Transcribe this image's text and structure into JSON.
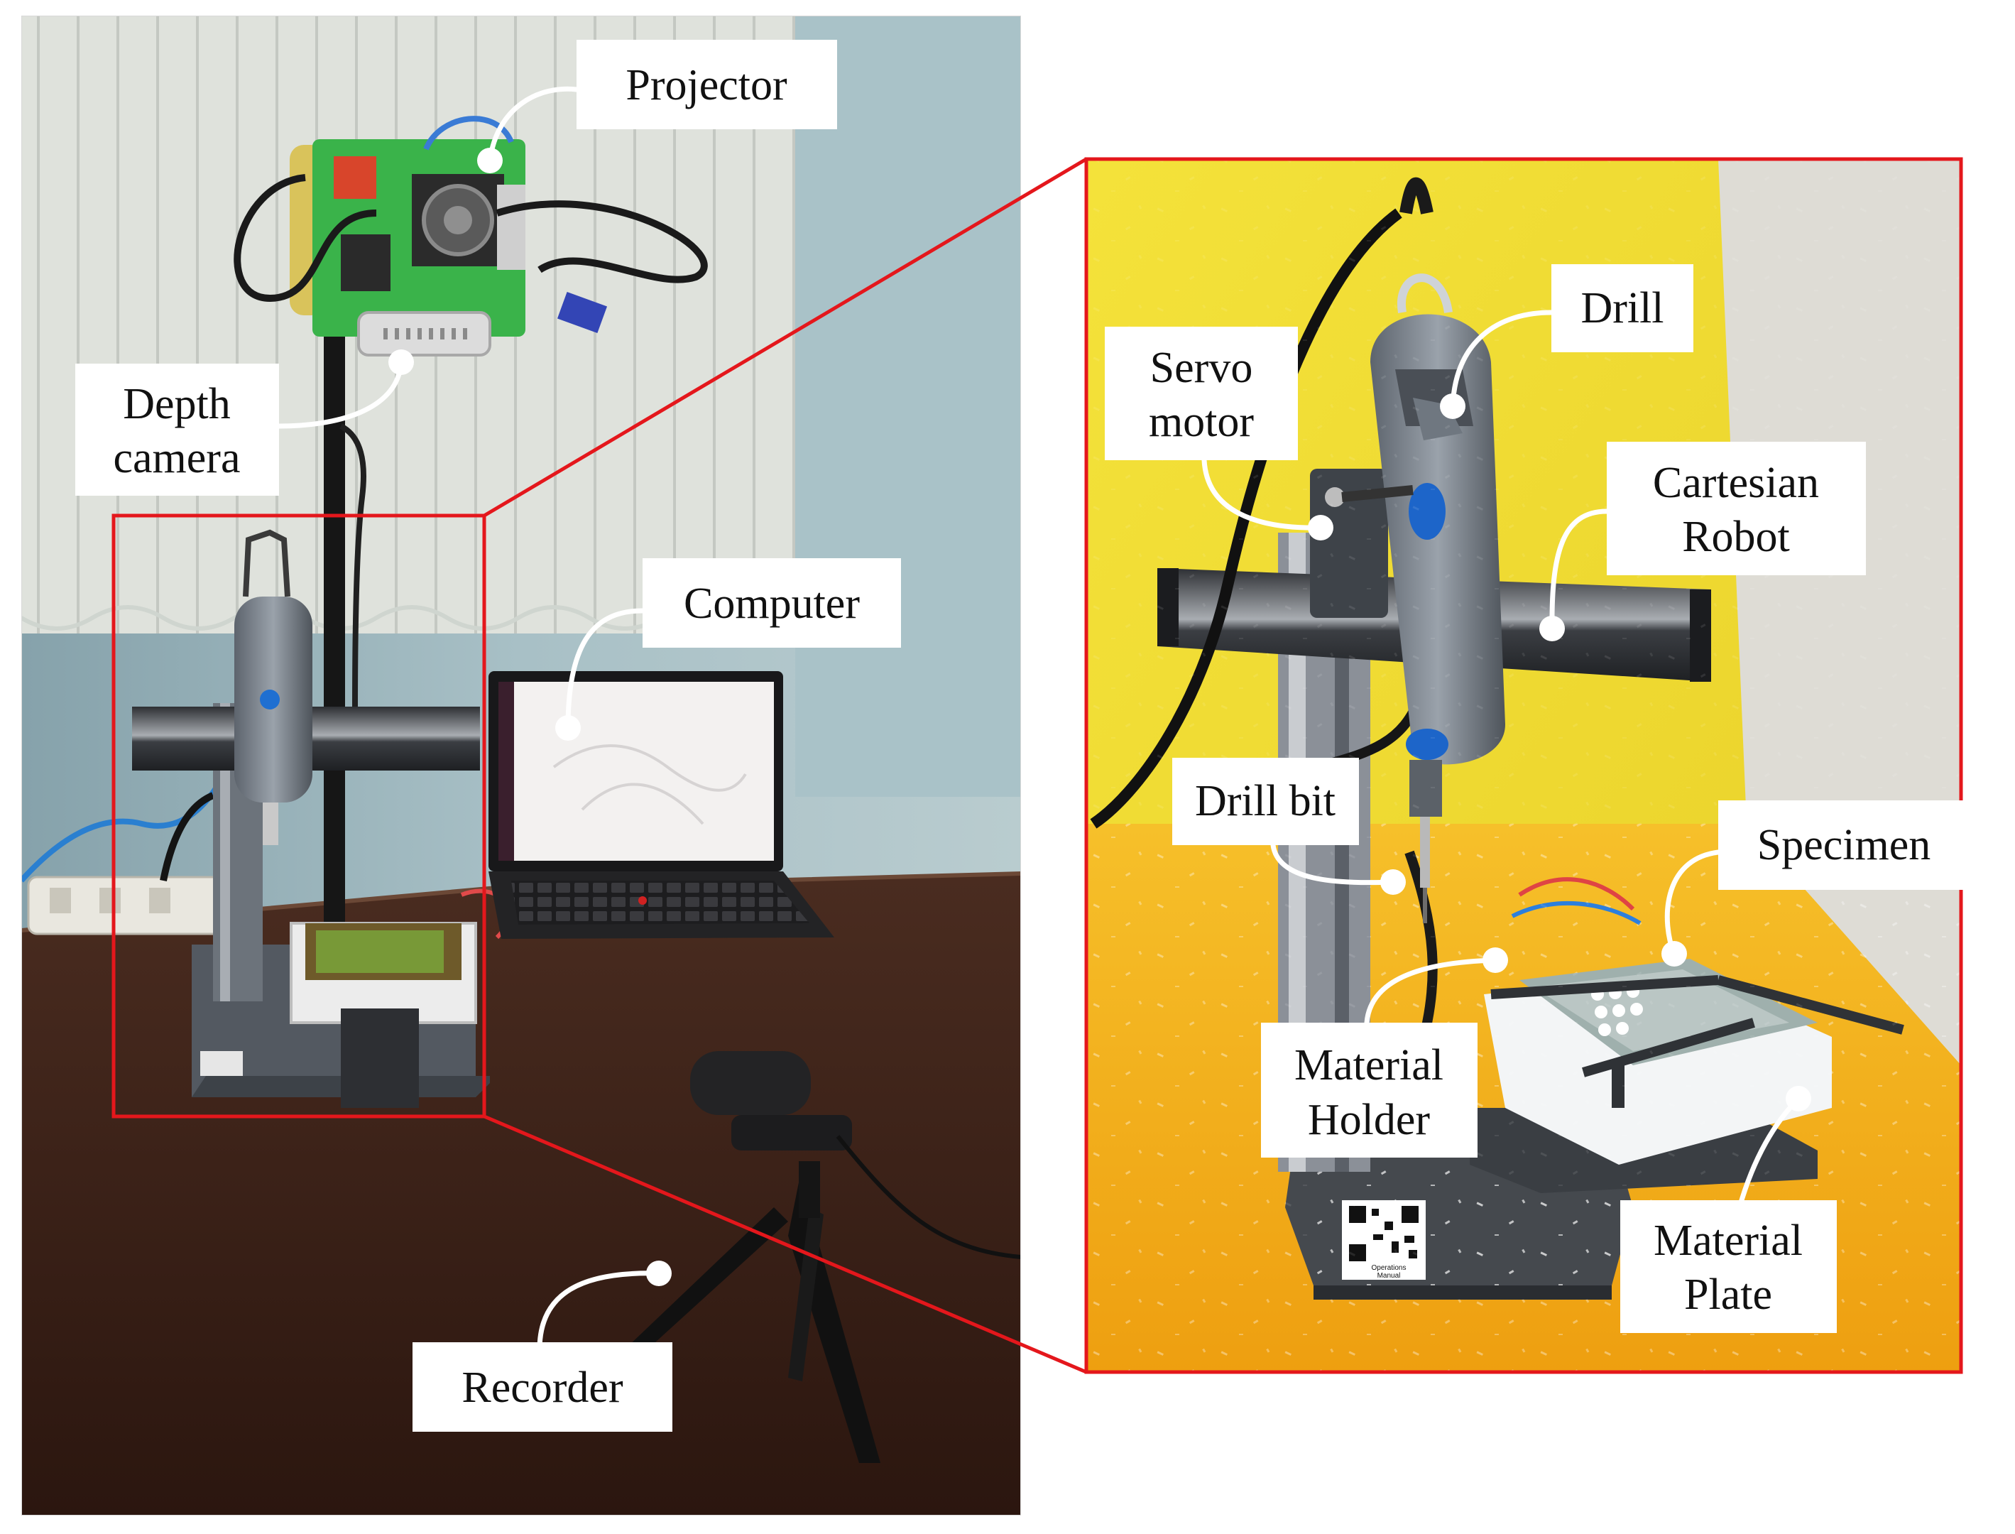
{
  "colors": {
    "frame_red": "#e4171c",
    "label_bg": "#ffffff",
    "label_text": "#111111",
    "leader": "#ffffff",
    "wall_left": "#9fb7be",
    "blind": "#dcdfd9",
    "desk": "#3a2016",
    "wall_yellow": "#f1dc2e",
    "table_orange": "#f3b41a",
    "wall_right": "#dedcd5"
  },
  "labels": {
    "projector": [
      "Projector"
    ],
    "depth_camera": [
      "Depth",
      "camera"
    ],
    "computer": [
      "Computer"
    ],
    "recorder": [
      "Recorder"
    ],
    "drill": [
      "Drill"
    ],
    "servo_motor": [
      "Servo",
      "motor"
    ],
    "cartesian_robot": [
      "Cartesian",
      "Robot"
    ],
    "drill_bit": [
      "Drill bit"
    ],
    "specimen": [
      "Specimen"
    ],
    "material_holder": [
      "Material",
      "Holder"
    ],
    "material_plate": [
      "Material",
      "Plate"
    ]
  },
  "qr_caption": [
    "Operations",
    "Manual"
  ]
}
